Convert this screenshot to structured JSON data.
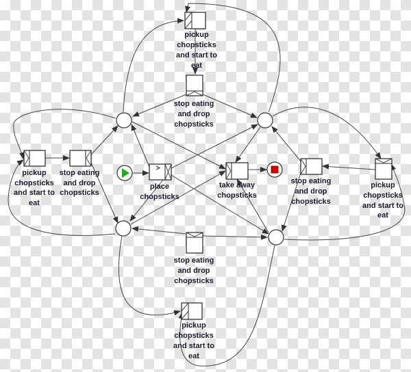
{
  "nodes": {
    "top_pickup": [
      "pickup",
      "chopsticks",
      "and start to",
      "eat"
    ],
    "top_stop": [
      "stop eating",
      "and drop",
      "chopsticks"
    ],
    "left_pickup": [
      "pickup",
      "chopsticks",
      "and start to",
      "eat"
    ],
    "left_stop": [
      "stop eating",
      "and drop",
      "chopsticks"
    ],
    "place": [
      "place",
      "chopsticks"
    ],
    "take_away": [
      "take away",
      "chopsticks"
    ],
    "right_stop": [
      "stop eating",
      "and drop",
      "chopsticks"
    ],
    "right_pickup": [
      "pickup",
      "chopsticks",
      "and start to",
      "eat"
    ],
    "bottom_stop": [
      "stop eating",
      "and drop",
      "chopsticks"
    ],
    "bottom_pickup": [
      "pickup",
      "chopsticks",
      "and start to",
      "eat"
    ]
  },
  "colors": {
    "start": "#22aa22",
    "end": "#dd0000"
  }
}
